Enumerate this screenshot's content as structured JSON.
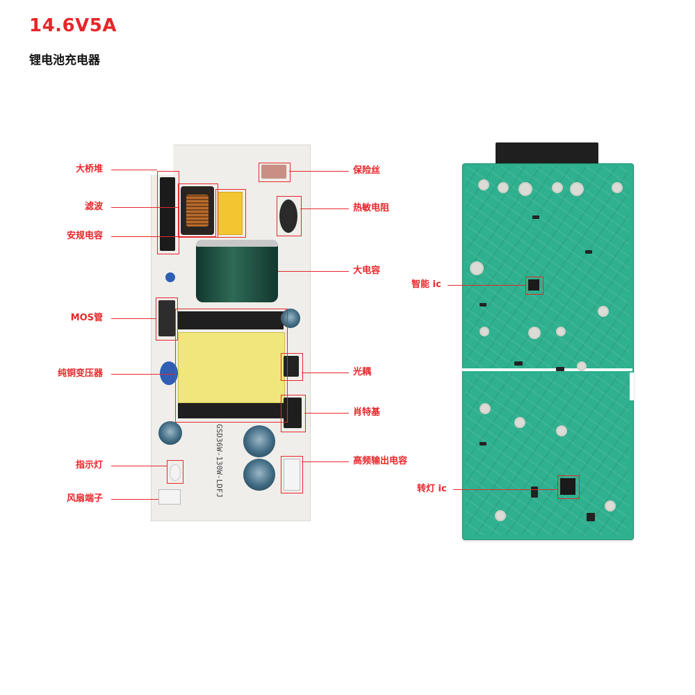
{
  "header": {
    "title": "14.6V5A",
    "subtitle": "锂电池充电器"
  },
  "left_labels": [
    "大桥堆",
    "滤波",
    "安规电容",
    "MOS管",
    "纯铜变压器",
    "指示灯",
    "风扇端子"
  ],
  "right_labels": [
    "保险丝",
    "热敏电阻",
    "大电容",
    "光耦",
    "肖特基",
    "高频输出电容"
  ],
  "back_labels": {
    "smart_ic": "智能 ic",
    "light_ic": "转灯 ic"
  },
  "pcb_marking": "GSD36W-130W-LDFJ",
  "colors": {
    "accent": "#e8262a",
    "pcb_front": "#efeeea",
    "pcb_back": "#2fb08e"
  }
}
